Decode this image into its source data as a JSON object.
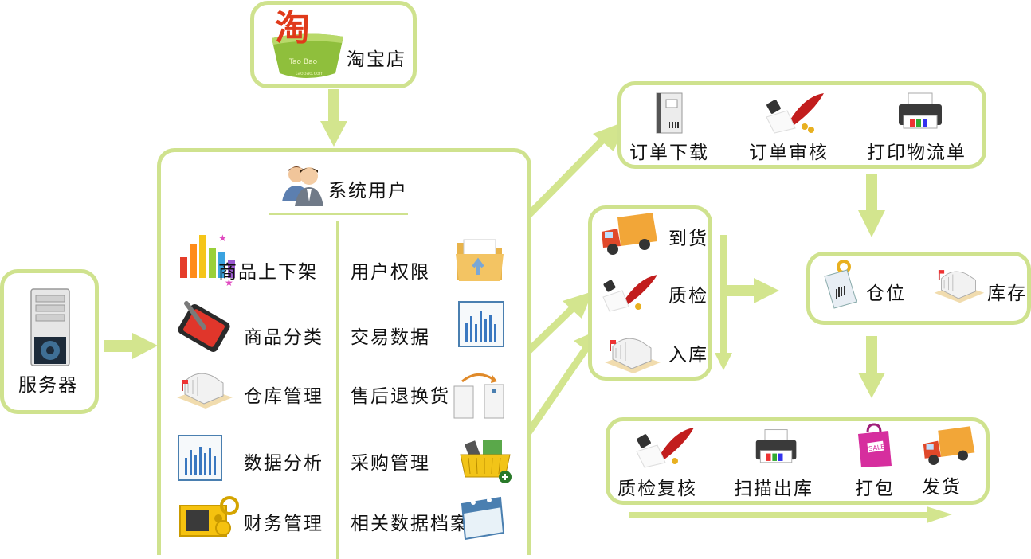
{
  "colors": {
    "border": "#cfe28e",
    "arrow": "#d3e58e"
  },
  "taobao": {
    "label": "淘宝店",
    "logo_char": "淘"
  },
  "server": {
    "label": "服务器"
  },
  "system": {
    "title": "系统用户",
    "left_items": [
      "商品上下架",
      "商品分类",
      "仓库管理",
      "数据分析",
      "财务管理"
    ],
    "right_items": [
      "用户权限",
      "交易数据",
      "售后退换货",
      "采购管理",
      "相关数据档案"
    ]
  },
  "orders": {
    "items": [
      "订单下载",
      "订单审核",
      "打印物流单"
    ]
  },
  "receiving": {
    "items": [
      "到货",
      "质检",
      "入库"
    ]
  },
  "storage": {
    "items": [
      "仓位",
      "库存"
    ]
  },
  "shipping": {
    "items": [
      "质检复核",
      "扫描出库",
      "打包",
      "发货"
    ]
  }
}
